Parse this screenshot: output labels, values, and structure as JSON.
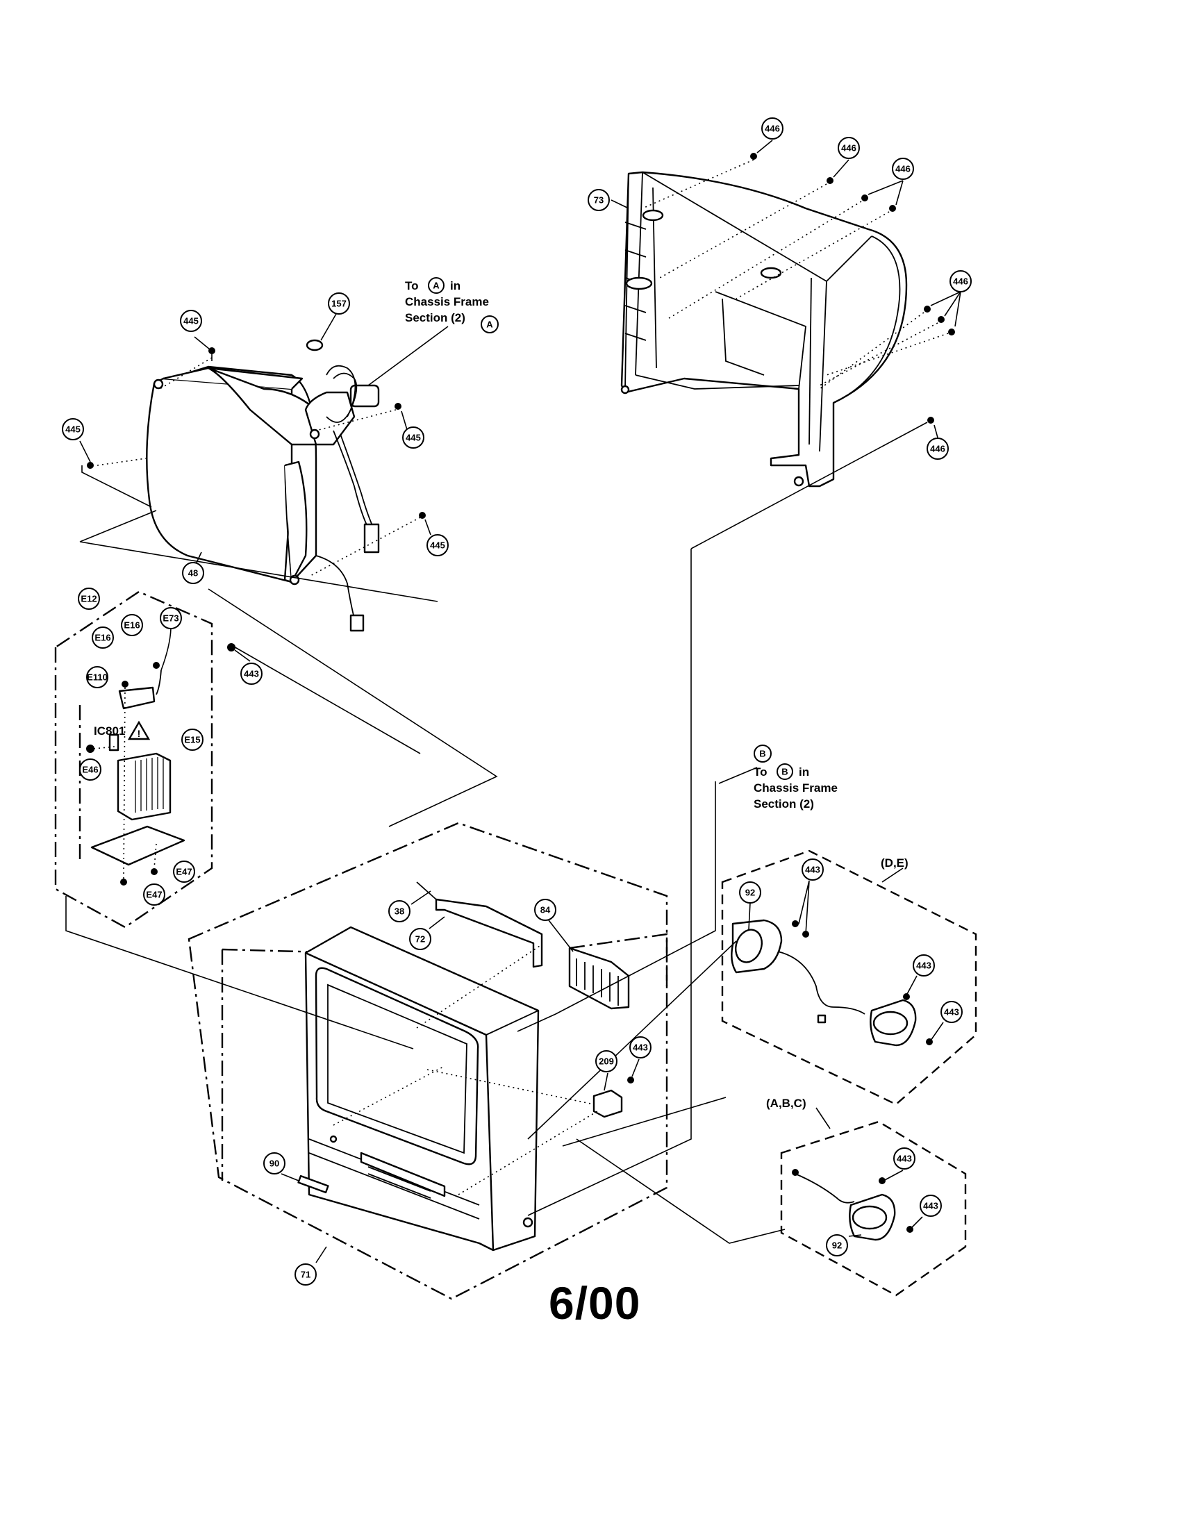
{
  "page_label": "6/00",
  "callouts": {
    "c445a": "445",
    "c157": "157",
    "c445b": "445",
    "c445c": "445",
    "c445d": "445",
    "c48": "48",
    "c73": "73",
    "c446a": "446",
    "c446b": "446",
    "c446c": "446",
    "c446d": "446",
    "c446e": "446",
    "cE12": "E12",
    "cE16a": "E16",
    "cE16b": "E16",
    "cE73": "E73",
    "cE110": "E110",
    "cE15": "E15",
    "cE46": "E46",
    "cE47a": "E47",
    "cE47b": "E47",
    "c443a": "443",
    "c38": "38",
    "c72": "72",
    "c84": "84",
    "c209": "209",
    "c443b": "443",
    "c90": "90",
    "c71": "71",
    "c92a": "92",
    "c443c": "443",
    "c443d": "443",
    "c443e": "443",
    "c443f": "443",
    "c443g": "443",
    "c92b": "92",
    "cA": "A",
    "cA2": "A",
    "cB": "B",
    "cB2": "B"
  },
  "notes": {
    "to_a_prefix": "To",
    "to_a_suffix": "in",
    "to_a_line2": "Chassis Frame",
    "to_a_line3": "Section (2)",
    "to_b_prefix": "To",
    "to_b_suffix": "in",
    "to_b_line2": "Chassis Frame",
    "to_b_line3": "Section (2)",
    "ic801": "IC801",
    "group_de": "(D,E)",
    "group_abc": "(A,B,C)"
  },
  "icons": [
    "warning-triangle-icon",
    "screw-icon"
  ]
}
